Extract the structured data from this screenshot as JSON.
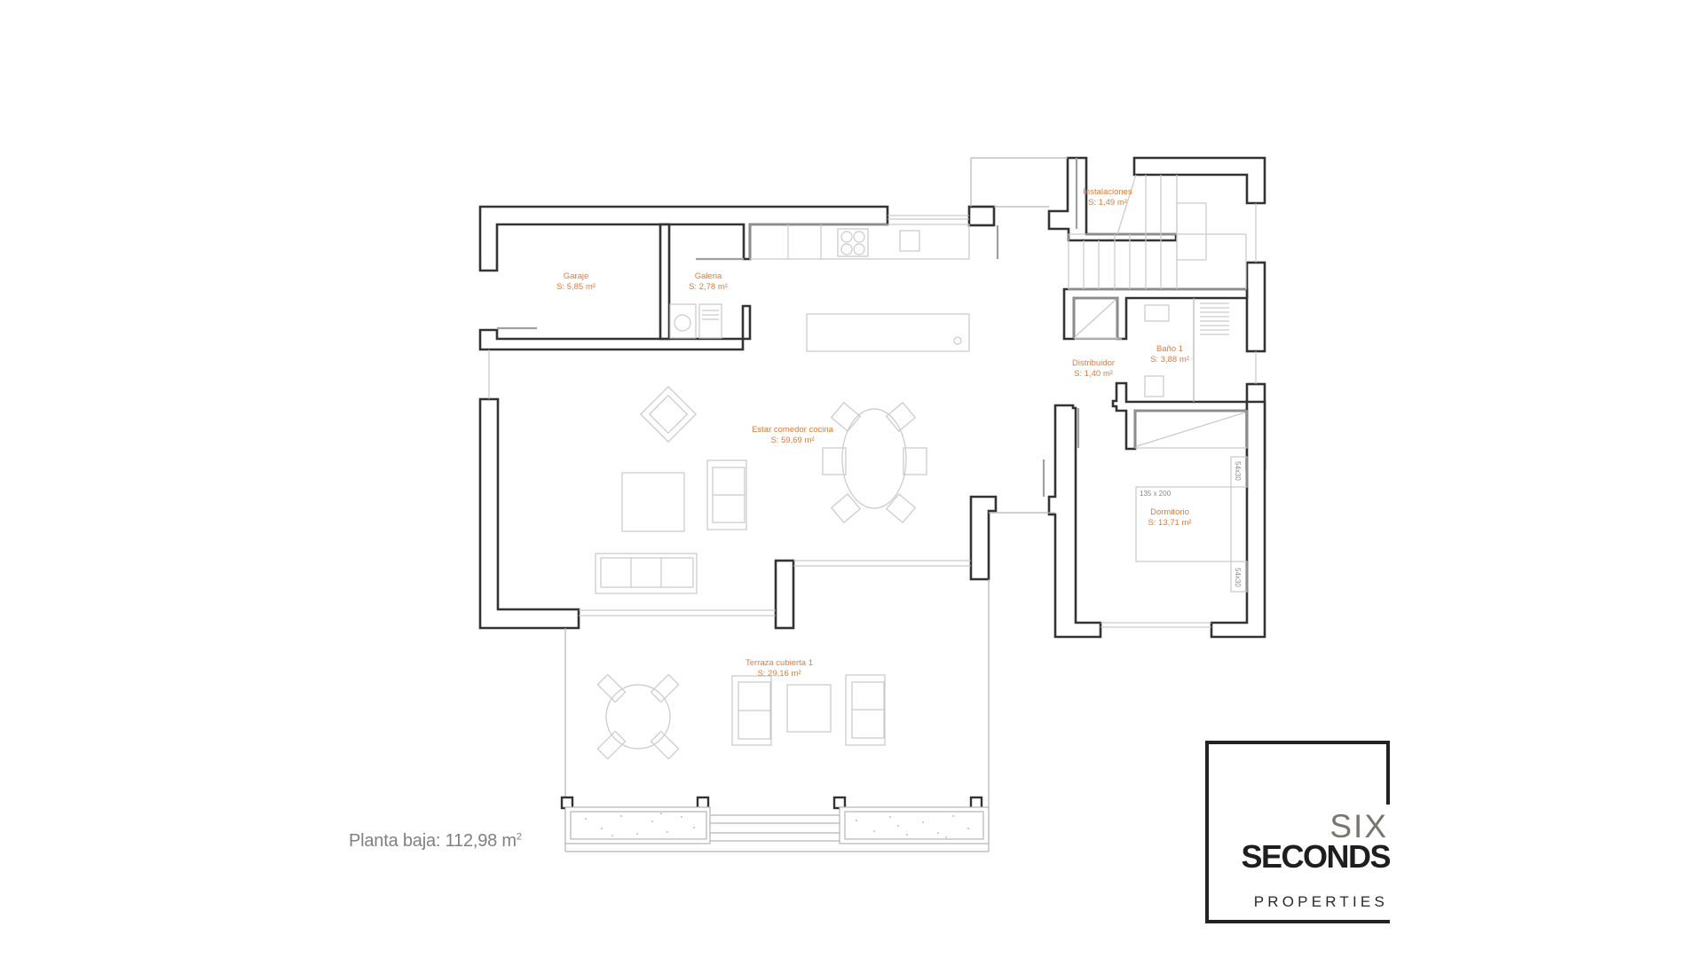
{
  "plan": {
    "total_area_label": "Planta baja: 112,98 m",
    "total_area_superscript": "2",
    "rooms": [
      {
        "name": "Garaje",
        "area": "S: 5,85 m²"
      },
      {
        "name": "Galeria",
        "area": "S: 2,78 m²"
      },
      {
        "name": "Estar comedor cocina",
        "area": "S: 59,69 m²"
      },
      {
        "name": "Instalaciones",
        "area": "S: 1,49 m²"
      },
      {
        "name": "Distribuidor",
        "area": "S: 1,40 m²"
      },
      {
        "name": "Baño 1",
        "area": "S: 3,88 m²"
      },
      {
        "name": "Dormitorio",
        "area": "S: 13,71 m²"
      },
      {
        "name": "Terraza cubierta 1",
        "area": "S: 29,16 m²"
      }
    ],
    "furniture_labels": {
      "bed_size": "135 x 200",
      "nightstand_top": "54x30",
      "nightstand_bottom": "54x30"
    },
    "colors": {
      "room_label": "#e07b39",
      "wall_stroke": "#333333",
      "fixture_stroke": "#c9c9c9",
      "background": "#ffffff"
    }
  },
  "logo": {
    "line1": "SIX",
    "line2": "SECONDS",
    "line3": "PROPERTIES",
    "colors": {
      "six": "#7b7570",
      "seconds": "#1e1e1e",
      "frame": "#222222"
    }
  }
}
